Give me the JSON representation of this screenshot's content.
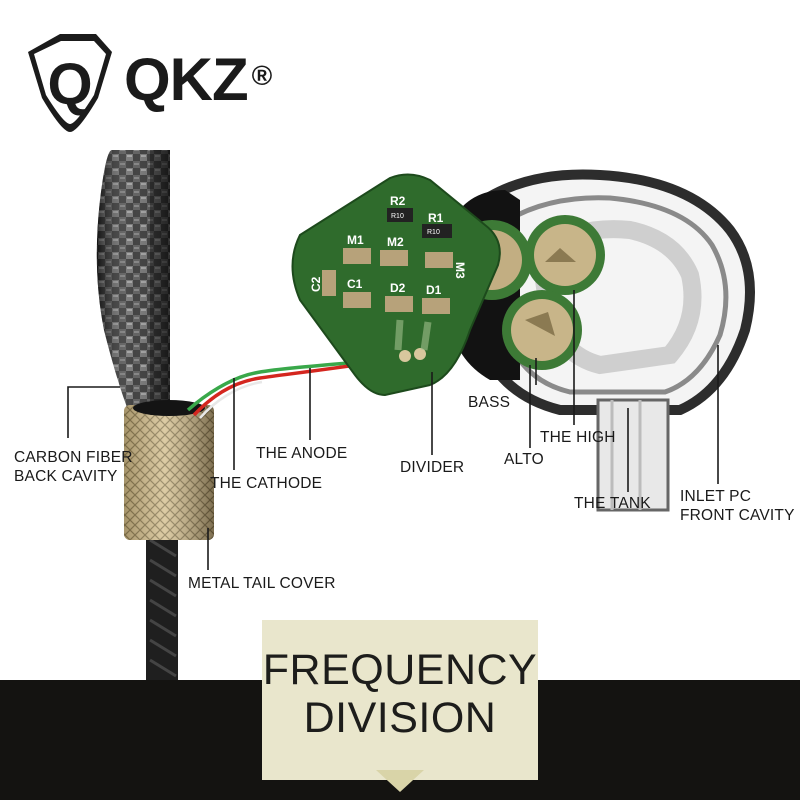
{
  "brand": {
    "logo_letter": "Q",
    "name": "QKZ",
    "registered_mark": "®"
  },
  "labels": {
    "carbon_fiber": [
      "CARBON FIBER",
      "BACK CAVITY"
    ],
    "the_anode": "THE ANODE",
    "the_cathode": "THE CATHODE",
    "metal_tail_cover": "METAL TAIL COVER",
    "divider": "DIVIDER",
    "bass": "BASS",
    "alto": "ALTO",
    "the_high": "THE HIGH",
    "the_tank": "THE TANK",
    "inlet_pc": [
      "INLET PC",
      "FRONT CAVITY"
    ]
  },
  "pcb_components": {
    "r2": "R2",
    "r1": "R1",
    "resistor_mark": "R10",
    "m1": "M1",
    "m2": "M2",
    "m3": "M3",
    "c1": "C1",
    "c2": "C2",
    "d1": "D1",
    "d2": "D2"
  },
  "title": {
    "line1": "FREQUENCY",
    "line2": "DIVISION"
  },
  "colors": {
    "pcb_green": "#2f6b2c",
    "component_gold": "#b7a27a",
    "wire_red": "#d4261f",
    "wire_green": "#39a84a",
    "title_bg": "#e9e6cc",
    "bottom_bar": "#141311"
  }
}
